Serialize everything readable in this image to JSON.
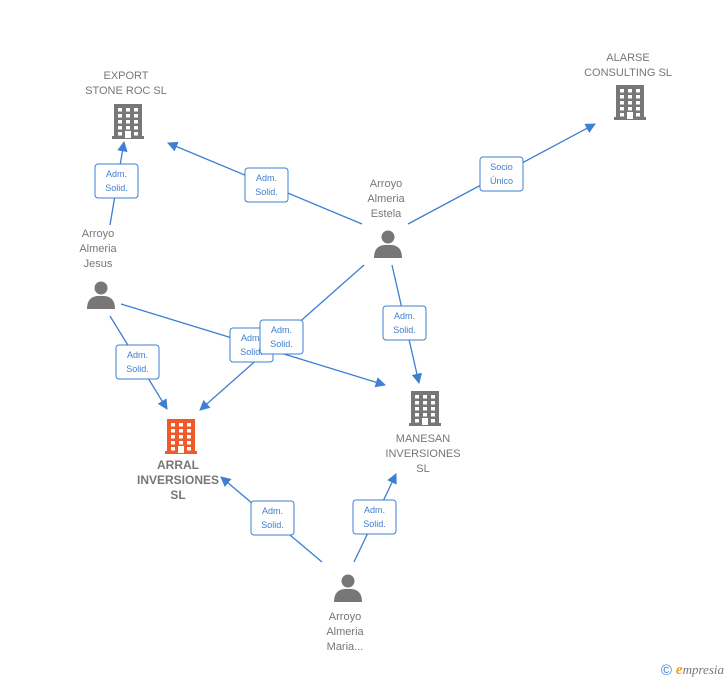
{
  "colors": {
    "edge": "#3d7fd0",
    "company": "#777777",
    "focus_company": "#f05a2a",
    "person": "#777777"
  },
  "nodes": [
    {
      "id": "export",
      "type": "company",
      "lines": [
        "EXPORT",
        "STONE ROC SL"
      ]
    },
    {
      "id": "alarse",
      "type": "company",
      "lines": [
        "ALARSE",
        "CONSULTING SL"
      ]
    },
    {
      "id": "estela",
      "type": "person",
      "lines": [
        "Arroyo",
        "Almeria",
        "Estela"
      ]
    },
    {
      "id": "jesus",
      "type": "person",
      "lines": [
        "Arroyo",
        "Almeria",
        "Jesus"
      ]
    },
    {
      "id": "arral",
      "type": "company",
      "focus": true,
      "lines": [
        "ARRAL",
        "INVERSIONES",
        "SL"
      ]
    },
    {
      "id": "manesan",
      "type": "company",
      "lines": [
        "MANESAN",
        "INVERSIONES",
        "SL"
      ]
    },
    {
      "id": "maria",
      "type": "person",
      "lines": [
        "Arroyo",
        "Almeria",
        "Maria..."
      ]
    }
  ],
  "edges": [
    {
      "id": "jesus-export",
      "lines": [
        "Adm.",
        "Solid."
      ]
    },
    {
      "id": "estela-export",
      "lines": [
        "Adm.",
        "Solid."
      ]
    },
    {
      "id": "estela-alarse",
      "lines": [
        "Socio",
        "Único"
      ]
    },
    {
      "id": "jesus-arral",
      "lines": [
        "Adm.",
        "Solid."
      ]
    },
    {
      "id": "jesus-manesan",
      "lines": [
        "Adm.",
        "Solid."
      ]
    },
    {
      "id": "estela-arral",
      "lines": [
        "Adm.",
        "Solid."
      ]
    },
    {
      "id": "estela-manesan",
      "lines": [
        "Adm.",
        "Solid."
      ]
    },
    {
      "id": "maria-arral",
      "lines": [
        "Adm.",
        "Solid."
      ]
    },
    {
      "id": "maria-manesan",
      "lines": [
        "Adm.",
        "Solid."
      ]
    }
  ],
  "footer": {
    "copyright_symbol": "©",
    "brand_first": "e",
    "brand_rest": "mpresia"
  }
}
